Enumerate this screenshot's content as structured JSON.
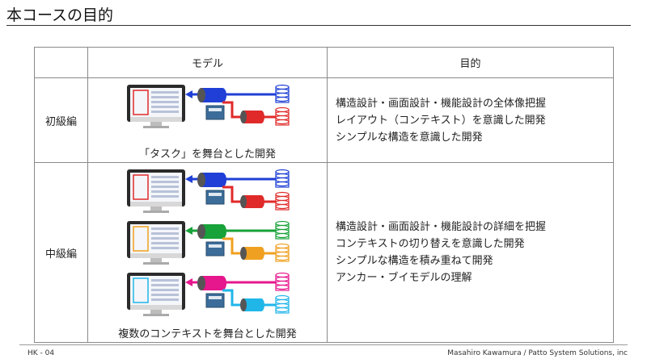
{
  "title": "本コースの目的",
  "table": {
    "headers": [
      "",
      "モデル",
      "目的"
    ],
    "rows": [
      {
        "level": "初級編",
        "caption": "「タスク」を舞台とした開発",
        "goals": [
          "構造設計・画面設計・機能設計の全体像把握",
          "レイアウト（コンテキスト）を意識した開発",
          "シンプルな構造を意識した開発"
        ],
        "pipes": [
          {
            "upper": "#1f3fd6",
            "lower": "#e02a2a"
          }
        ]
      },
      {
        "level": "中級編",
        "caption": "複数のコンテキストを舞台とした開発",
        "goals": [
          "構造設計・画面設計・機能設計の詳細を把握",
          "コンテキストの切り替えを意識した開発",
          "シンプルな構造を積み重ねて開発",
          "アンカー・ブイモデルの理解"
        ],
        "pipes": [
          {
            "upper": "#1f3fd6",
            "lower": "#e02a2a"
          },
          {
            "upper": "#18a23a",
            "lower": "#f0a020"
          },
          {
            "upper": "#e6168c",
            "lower": "#20b6e8"
          }
        ]
      }
    ]
  },
  "footer": {
    "left": "HK - 04",
    "right": "Masahiro Kawamura  /  Patto System Solutions, inc"
  }
}
